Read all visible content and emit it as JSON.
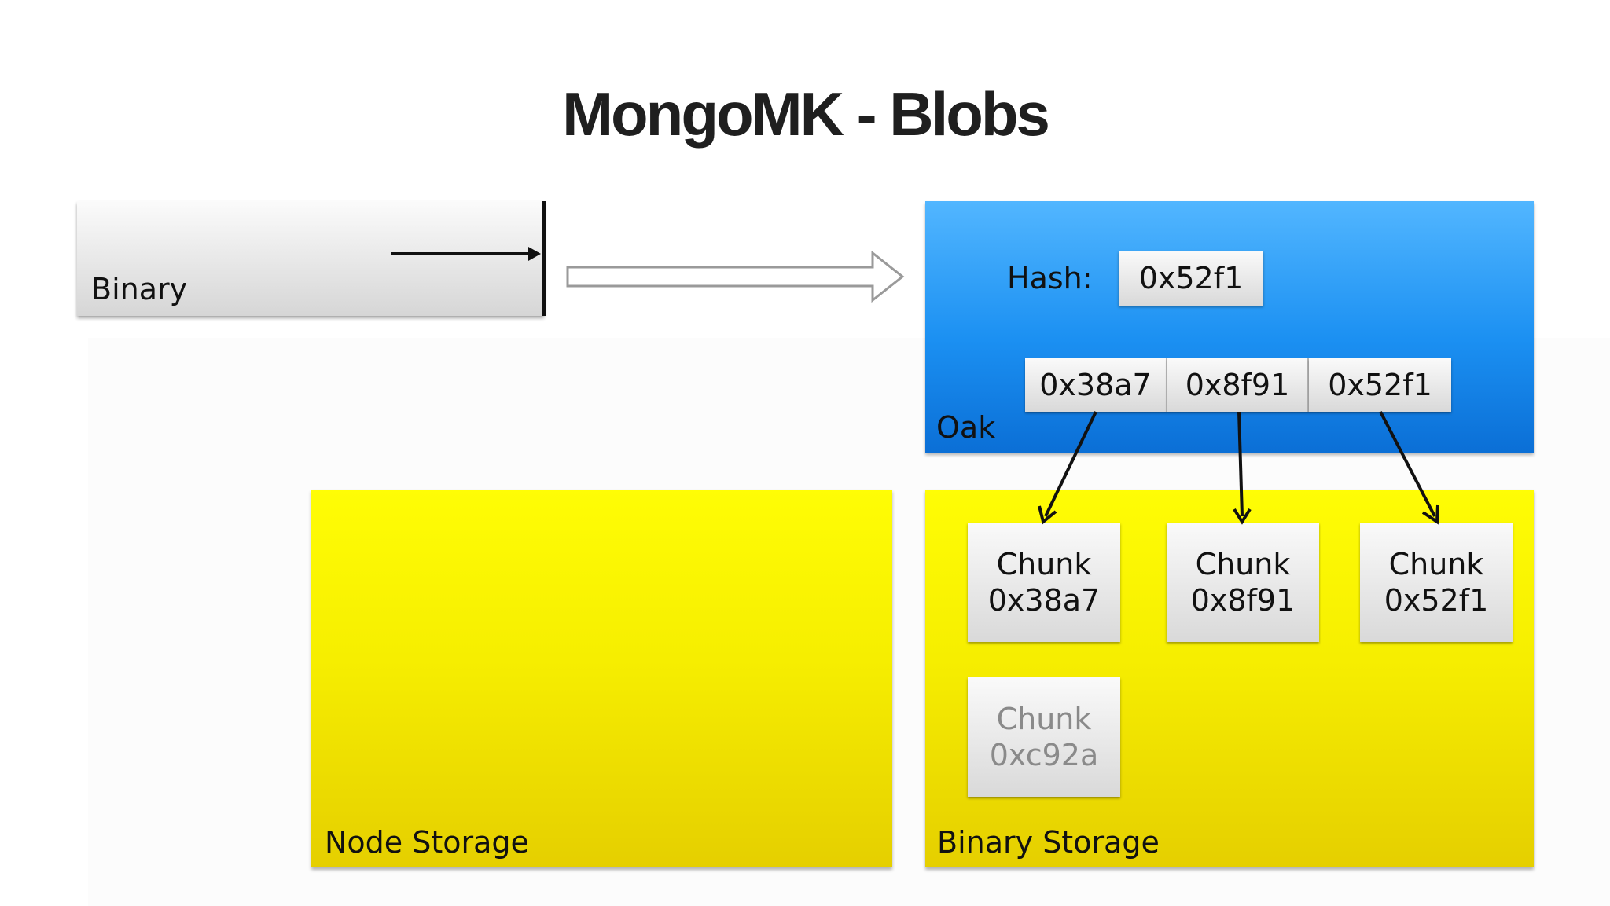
{
  "title": "MongoMK - Blobs",
  "binary": {
    "label": "Binary"
  },
  "oak": {
    "label": "Oak",
    "hash_label": "Hash:",
    "hash_value": "0x52f1",
    "chunk_refs": [
      "0x38a7",
      "0x8f91",
      "0x52f1"
    ]
  },
  "node_storage": {
    "label": "Node Storage"
  },
  "binary_storage": {
    "label": "Binary Storage",
    "chunks": [
      {
        "label": "Chunk",
        "id": "0x38a7"
      },
      {
        "label": "Chunk",
        "id": "0x8f91"
      },
      {
        "label": "Chunk",
        "id": "0x52f1"
      },
      {
        "label": "Chunk",
        "id": "0xc92a"
      }
    ]
  },
  "colors": {
    "oak_blue": "#1b90f2",
    "storage_yellow": "#f6ee00",
    "cell_gray": "#e6e6e6",
    "orphan_text": "#8a8a8a"
  }
}
